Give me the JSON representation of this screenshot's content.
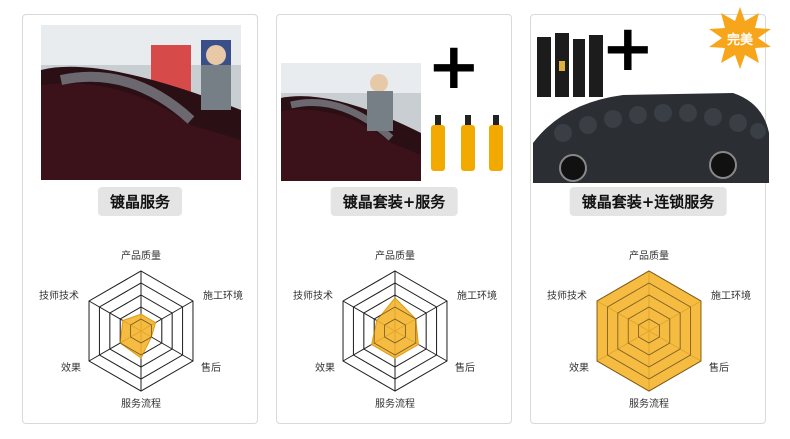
{
  "colors": {
    "accent_fill": "#f5b52e",
    "accent_stroke": "#e09a12",
    "grid": "#222222",
    "badge_bg": "#e4e4e4",
    "star": "#f7a61c"
  },
  "axes": [
    "产品质量",
    "施工环境",
    "售后",
    "服务流程",
    "效果",
    "技师技术"
  ],
  "cards": [
    {
      "title": "镀晶服务",
      "photo": "car-detailing-photo",
      "values": [
        0.28,
        0.28,
        0.2,
        0.45,
        0.4,
        0.35
      ]
    },
    {
      "title": "镀晶套装+服务",
      "photo": "car-detailing-photo-with-bottles",
      "plus": "+",
      "values": [
        0.55,
        0.4,
        0.45,
        0.45,
        0.45,
        0.35
      ]
    },
    {
      "title": "镀晶套装+连锁服务",
      "photo": "team-with-products",
      "plus": "+",
      "star_label": "完美",
      "values": [
        1.0,
        1.0,
        1.0,
        1.0,
        1.0,
        1.0
      ]
    }
  ]
}
